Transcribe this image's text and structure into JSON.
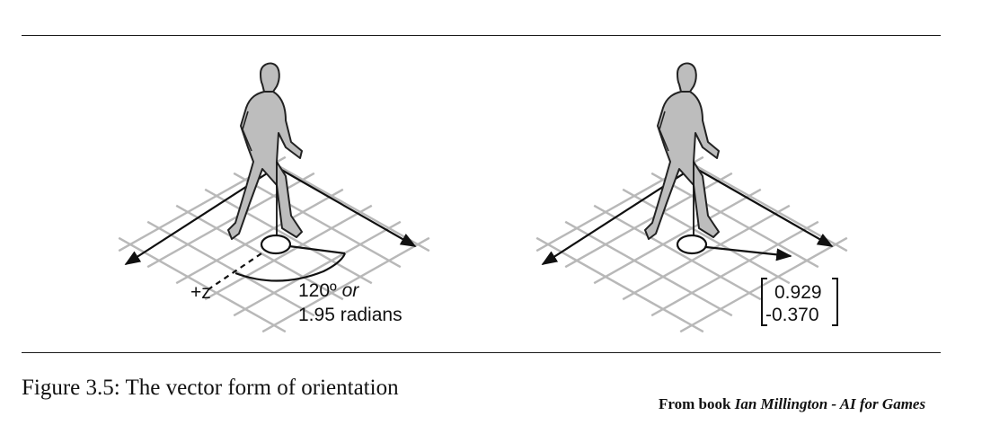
{
  "left_panel": {
    "axis_label": "+z",
    "angle_degrees": "120º",
    "angle_or": "or",
    "angle_radians": "1.95 radians"
  },
  "right_panel": {
    "vector_x": "0.929",
    "vector_z": "-0.370"
  },
  "caption": "Figure 3.5: The vector form of orientation",
  "source": {
    "prefix": "From book ",
    "author_title": "Ian Millington - AI for Games"
  },
  "colors": {
    "grid": "#b8b8b8",
    "figure_fill": "#bdbdbd",
    "ink": "#111111"
  }
}
